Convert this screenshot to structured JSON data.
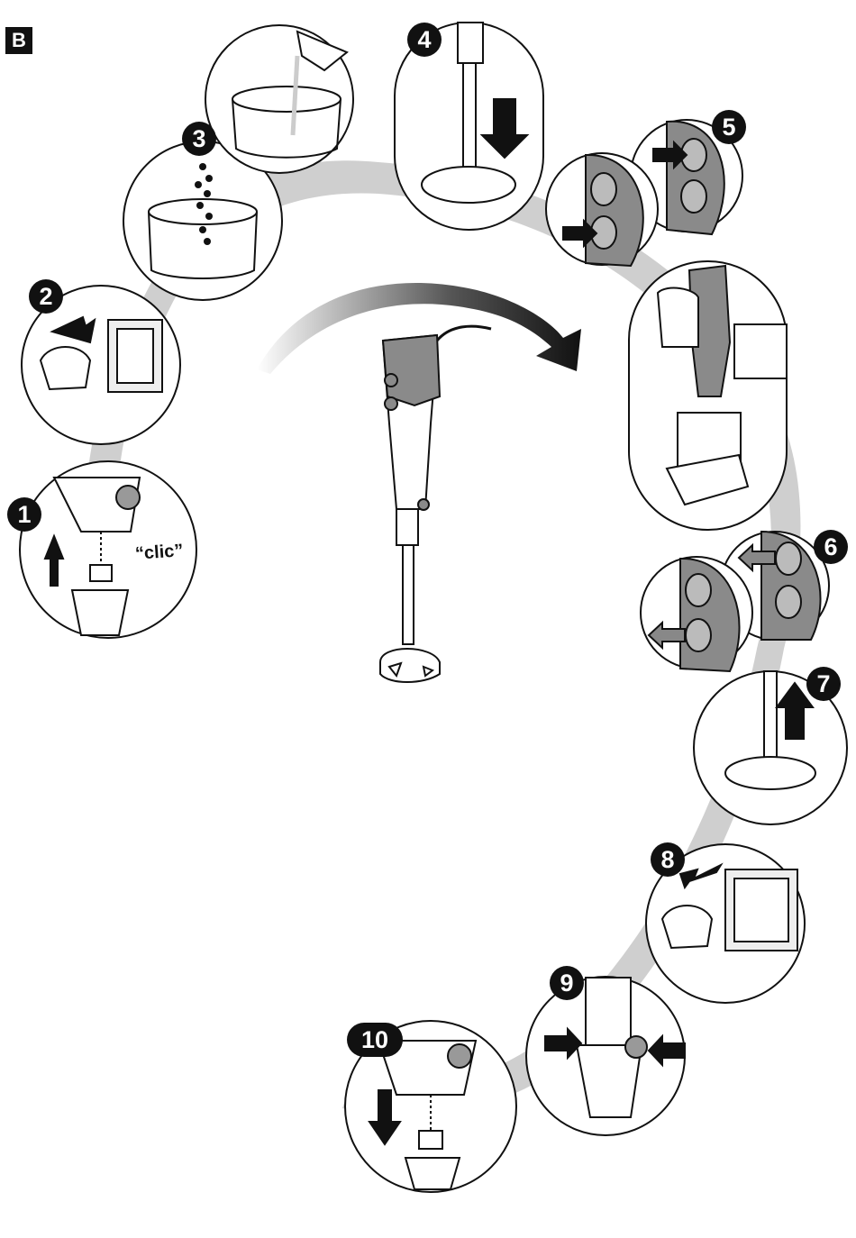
{
  "section_label": "B",
  "steps": [
    {
      "number": "1",
      "icon": "attach-shaft-up-icon",
      "caption": "“clic”"
    },
    {
      "number": "2",
      "icon": "plug-into-socket-icon"
    },
    {
      "number": "3",
      "icon": "pour-ingredients-icon"
    },
    {
      "number": "4",
      "icon": "blender-into-beaker-icon"
    },
    {
      "number": "5",
      "icon": "press-button-icon"
    },
    {
      "number": "6",
      "icon": "release-button-icon"
    },
    {
      "number": "7",
      "icon": "lift-blender-out-icon"
    },
    {
      "number": "8",
      "icon": "unplug-icon"
    },
    {
      "number": "9",
      "icon": "press-release-buttons-icon"
    },
    {
      "number": "10",
      "icon": "detach-shaft-down-icon"
    }
  ],
  "colors": {
    "ink": "#111111",
    "shadow": "#c8c8c8",
    "handle": "#8a8a8a"
  }
}
